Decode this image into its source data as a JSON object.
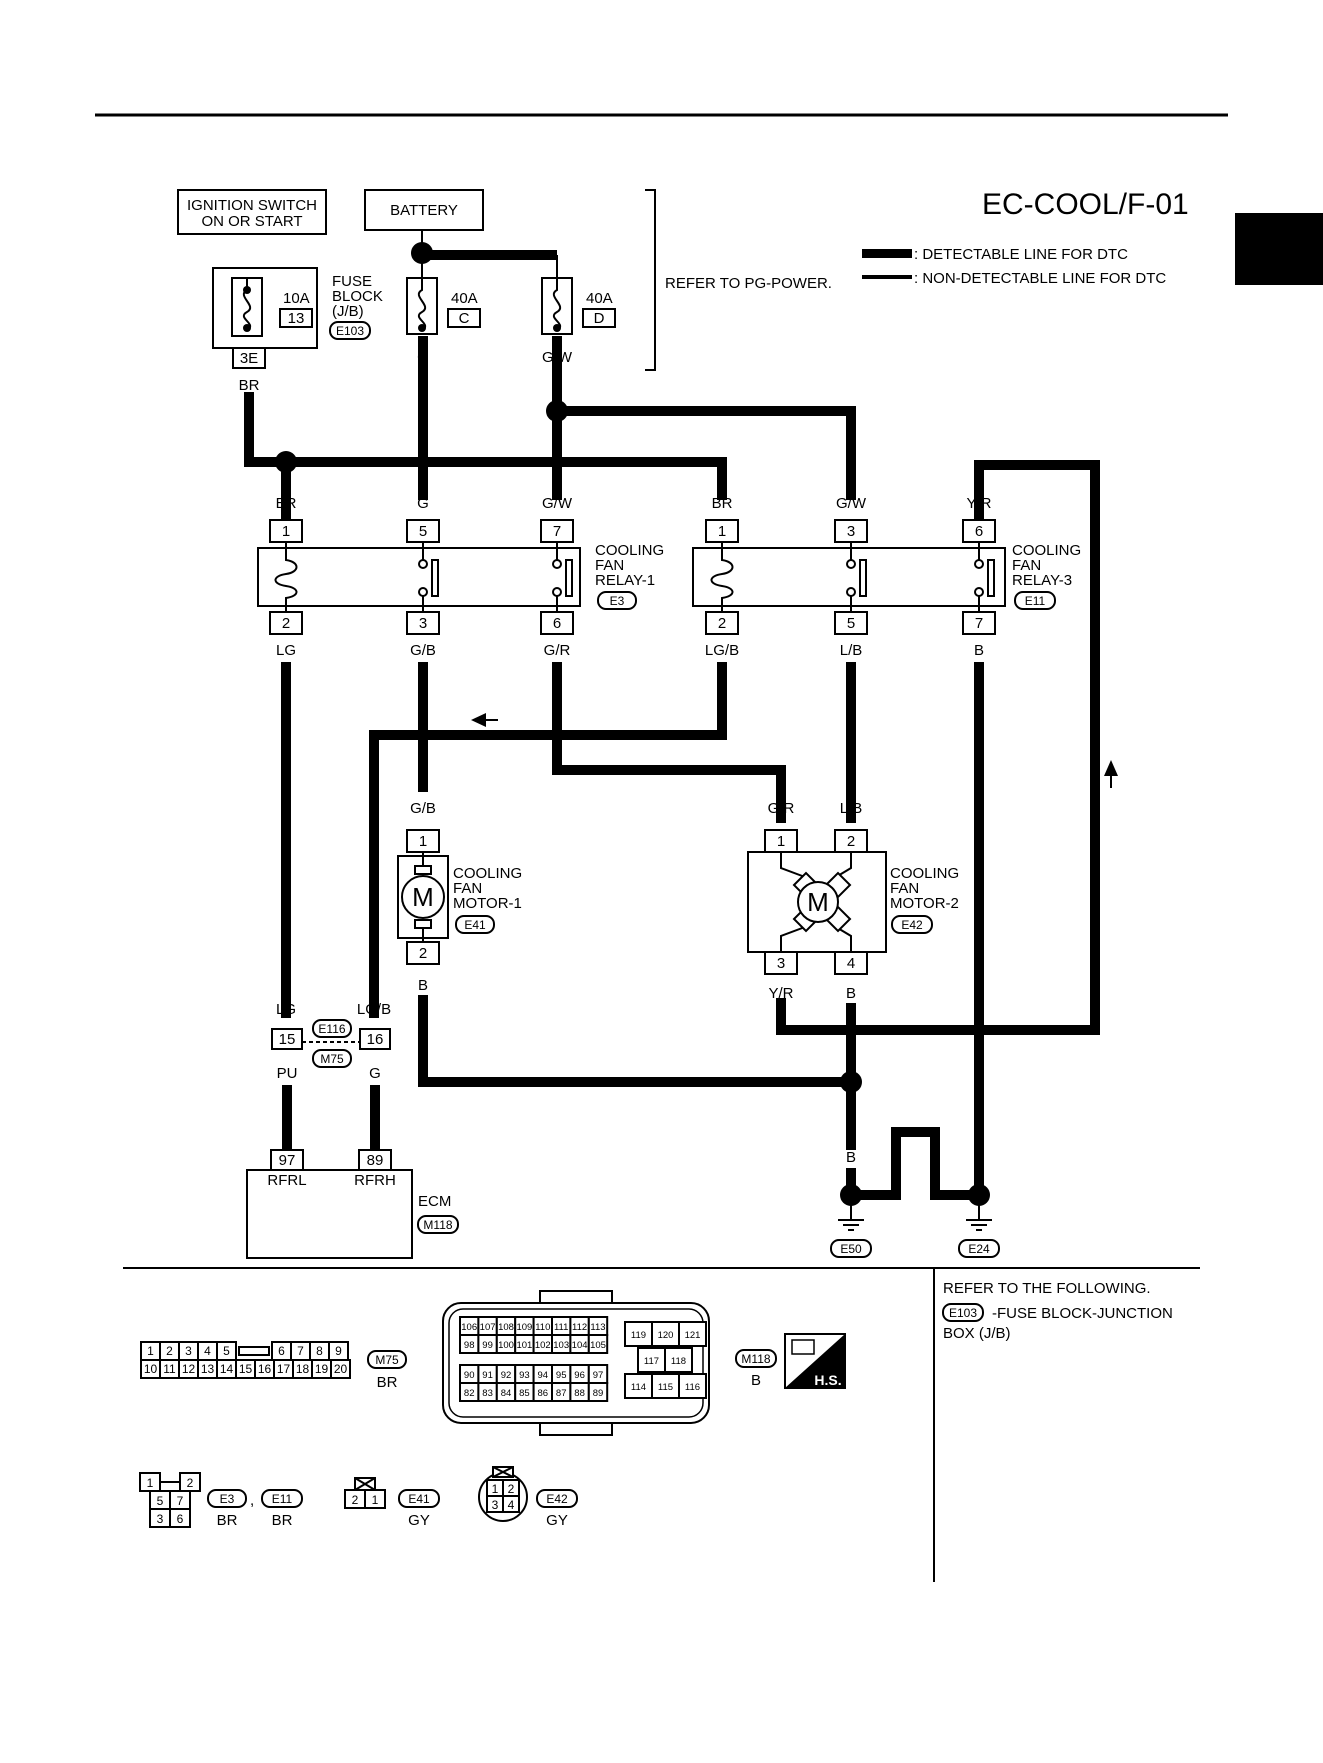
{
  "diagram_id": "EC-COOL/F-01",
  "legend": {
    "detectable": ": DETECTABLE LINE FOR DTC",
    "non_detectable": ": NON-DETECTABLE LINE FOR DTC"
  },
  "refer_pg_power": "REFER TO PG-POWER.",
  "ignition_switch": [
    "IGNITION SWITCH",
    "ON OR START"
  ],
  "battery": "BATTERY",
  "fuse_block": {
    "label": [
      "FUSE",
      "BLOCK",
      "(J/B)"
    ],
    "connector": "E103",
    "fuse_10a": {
      "rating": "10A",
      "num": "13"
    },
    "terminal": "3E"
  },
  "fuse_c": {
    "rating": "40A",
    "num": "C"
  },
  "fuse_d": {
    "rating": "40A",
    "num": "D"
  },
  "wires": {
    "br": "BR",
    "g": "G",
    "gw": "G/W",
    "yr": "Y/R",
    "lg": "LG",
    "gb": "G/B",
    "gr": "G/R",
    "lgb": "LG/B",
    "lb": "L/B",
    "b": "B",
    "pu": "PU"
  },
  "relay1": {
    "label": [
      "COOLING",
      "FAN",
      "RELAY-1"
    ],
    "connector": "E3",
    "pins_top": [
      "1",
      "5",
      "7"
    ],
    "pins_bottom": [
      "2",
      "3",
      "6"
    ]
  },
  "relay3": {
    "label": [
      "COOLING",
      "FAN",
      "RELAY-3"
    ],
    "connector": "E11",
    "pins_top": [
      "1",
      "3",
      "6"
    ],
    "pins_bottom": [
      "2",
      "5",
      "7"
    ]
  },
  "motor1": {
    "label": [
      "COOLING",
      "FAN",
      "MOTOR-1"
    ],
    "connector": "E41",
    "pins": [
      "1",
      "2"
    ],
    "symbol": "M"
  },
  "motor2": {
    "label": [
      "COOLING",
      "FAN",
      "MOTOR-2"
    ],
    "connector": "E42",
    "pins": [
      "1",
      "2",
      "3",
      "4"
    ],
    "symbol": "M"
  },
  "joint": {
    "connector_a": "E116",
    "connector_b": "M75",
    "pins": [
      "15",
      "16"
    ]
  },
  "ecm": {
    "label": "ECM",
    "connector": "M118",
    "pins": [
      "97",
      "89"
    ],
    "pin_names": [
      "RFRL",
      "RFRH"
    ]
  },
  "grounds": [
    "E50",
    "E24"
  ],
  "refer_following": {
    "heading": "REFER TO THE FOLLOWING.",
    "connector": "E103",
    "text": "-FUSE BLOCK-JUNCTION",
    "text2": "BOX (J/B)"
  },
  "connectors_bottom": {
    "m75": {
      "id": "M75",
      "color": "BR",
      "row1": [
        "1",
        "2",
        "3",
        "4",
        "5",
        "6",
        "7",
        "8",
        "9"
      ],
      "row2": [
        "10",
        "11",
        "12",
        "13",
        "14",
        "15",
        "16",
        "17",
        "18",
        "19",
        "20"
      ]
    },
    "m118": {
      "id": "M118",
      "color": "B",
      "g1r1": [
        "106",
        "107",
        "108",
        "109",
        "110",
        "111",
        "112",
        "113"
      ],
      "g1r2": [
        "98",
        "99",
        "100",
        "101",
        "102",
        "103",
        "104",
        "105"
      ],
      "g2r1": [
        "90",
        "91",
        "92",
        "93",
        "94",
        "95",
        "96",
        "97"
      ],
      "g2r2": [
        "82",
        "83",
        "84",
        "85",
        "86",
        "87",
        "88",
        "89"
      ],
      "g3r1": [
        "119",
        "120",
        "121"
      ],
      "g3r2": [
        "117",
        "118"
      ],
      "g3r3": [
        "114",
        "115",
        "116"
      ]
    },
    "e3": {
      "id": "E3",
      "color": "BR",
      "pins": [
        "1",
        "2",
        "5",
        "7",
        "3",
        "6"
      ]
    },
    "e11": {
      "id": "E11",
      "color": "BR"
    },
    "e41": {
      "id": "E41",
      "color": "GY",
      "pins": [
        "2",
        "1"
      ]
    },
    "e42": {
      "id": "E42",
      "color": "GY",
      "pins": [
        "1",
        "2",
        "3",
        "4"
      ]
    },
    "comma": ",",
    "hs": "H.S."
  }
}
